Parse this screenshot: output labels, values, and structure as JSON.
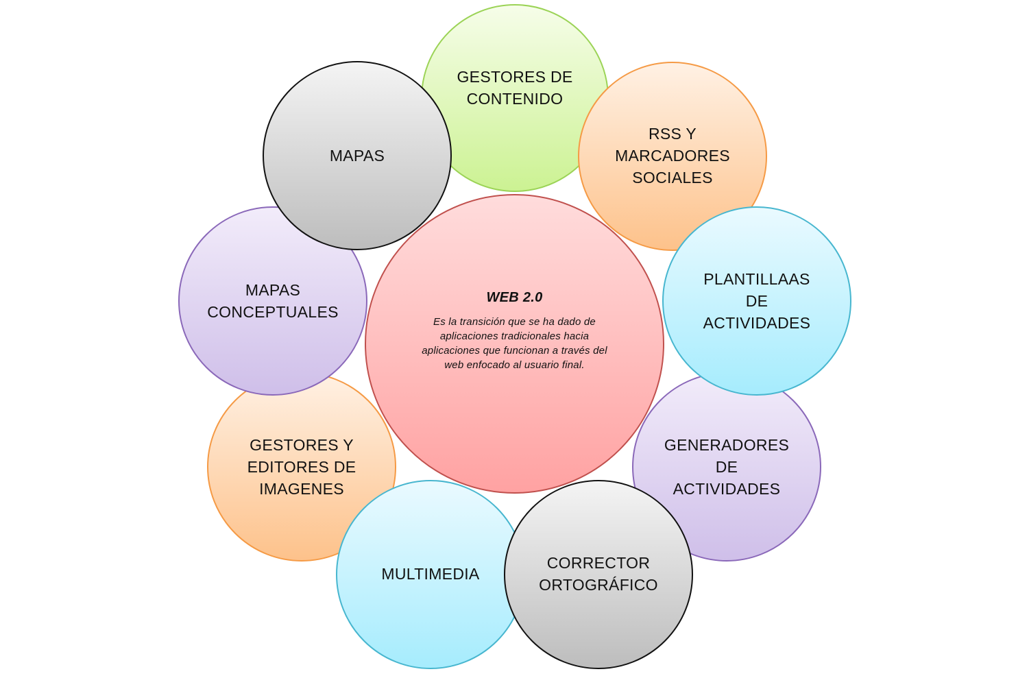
{
  "center": {
    "title": "WEB 2.0",
    "description": "Es la transición que se ha dado de aplicaciones tradicionales hacia aplicaciones que funcionan a través del web enfocado al usuario final."
  },
  "nodes": [
    {
      "id": "gestores-contenido",
      "label": "GESTORES DE\nCONTENIDO",
      "color": "green"
    },
    {
      "id": "rss",
      "label": "RSS Y\nMARCADORES\nSOCIALES",
      "color": "orange"
    },
    {
      "id": "plantillas",
      "label": "PLANTILLAAS\nDE\nACTIVIDADES",
      "color": "cyan"
    },
    {
      "id": "generadores",
      "label": "GENERADORES\nDE\nACTIVIDADES",
      "color": "purple"
    },
    {
      "id": "corrector",
      "label": "CORRECTOR\nORTOGRÁFICO",
      "color": "gray"
    },
    {
      "id": "multimedia",
      "label": "MULTIMEDIA",
      "color": "cyan"
    },
    {
      "id": "gestores-imagenes",
      "label": "GESTORES Y\nEDITORES DE\nIMAGENES",
      "color": "orange"
    },
    {
      "id": "mapas-conceptuales",
      "label": "MAPAS\nCONCEPTUALES",
      "color": "purple"
    },
    {
      "id": "mapas",
      "label": "MAPAS",
      "color": "gray"
    }
  ],
  "colors": {
    "green": "#ccf293",
    "orange": "#fdc28b",
    "cyan": "#a6ecfd",
    "purple": "#cfbfe9",
    "gray": "#bdbdbd",
    "center": "#ffa2a2"
  }
}
